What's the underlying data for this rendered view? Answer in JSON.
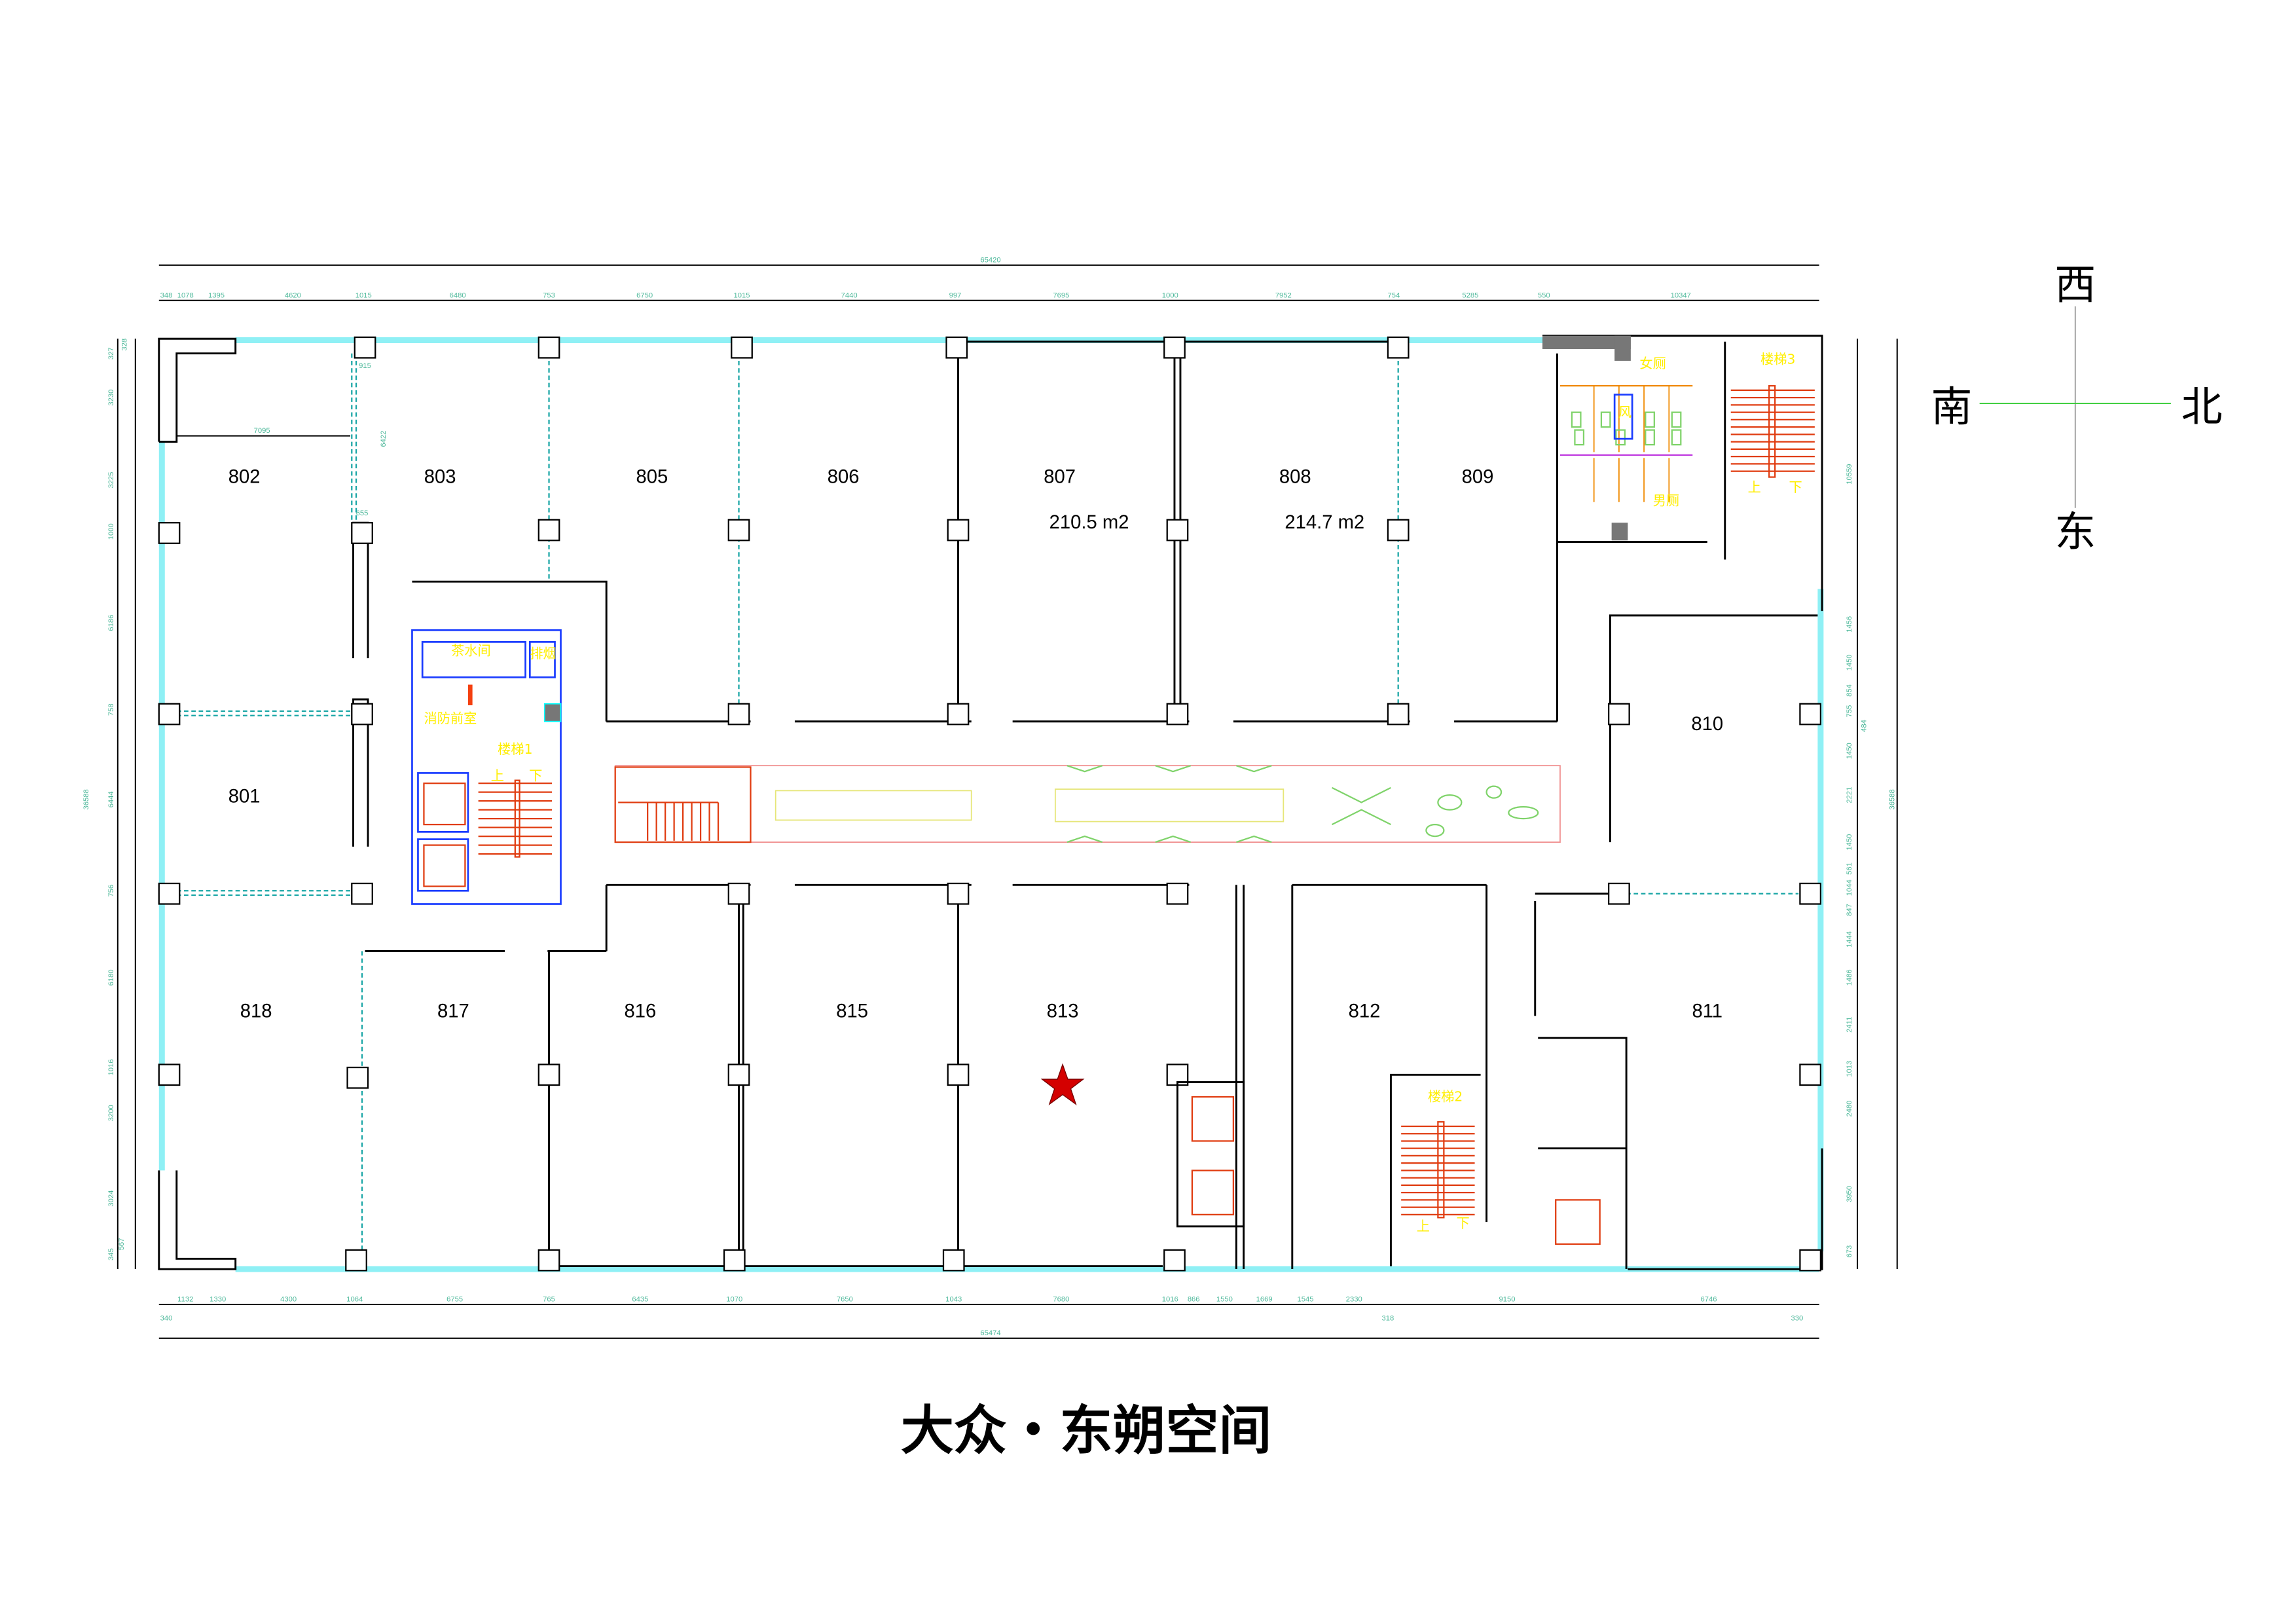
{
  "title": "大众・东朔空间",
  "compass": {
    "north": "北",
    "south": "南",
    "east": "东",
    "west": "西"
  },
  "colors": {
    "accent_dim": "#4db89a",
    "window": "#8ff0f5",
    "core": "#1a3cff",
    "stair": "#e03c10",
    "label": "#ffee00",
    "marker": "#d40000"
  },
  "rooms": [
    {
      "id": "802",
      "area": null
    },
    {
      "id": "803",
      "area": null
    },
    {
      "id": "805",
      "area": null
    },
    {
      "id": "806",
      "area": null
    },
    {
      "id": "807",
      "area": "210.5 m2"
    },
    {
      "id": "808",
      "area": "214.7 m2"
    },
    {
      "id": "809",
      "area": null
    },
    {
      "id": "801",
      "area": null
    },
    {
      "id": "810",
      "area": null
    },
    {
      "id": "818",
      "area": null
    },
    {
      "id": "817",
      "area": null
    },
    {
      "id": "816",
      "area": null
    },
    {
      "id": "815",
      "area": null
    },
    {
      "id": "813",
      "area": null
    },
    {
      "id": "812",
      "area": null
    },
    {
      "id": "811",
      "area": null
    }
  ],
  "core_labels": {
    "tea_room": "茶水间",
    "smoke_exhaust": "排烟",
    "fire_lobby": "消防前室",
    "stair1": "楼梯1",
    "stair2": "楼梯2",
    "stair3": "楼梯3",
    "up": "上",
    "down": "下",
    "womens_wc": "女厕",
    "mens_wc": "男厕",
    "air": "风"
  },
  "dimensions": {
    "top_total": "65420",
    "top": [
      "348",
      "1078",
      "1395",
      "4620",
      "1015",
      "6480",
      "753",
      "6750",
      "1015",
      "7440",
      "997",
      "7695",
      "1000",
      "7952",
      "754",
      "5285",
      "550",
      "10347"
    ],
    "bottom": [
      "1132",
      "1330",
      "4300",
      "1064",
      "6755",
      "765",
      "6435",
      "1070",
      "7650",
      "1043",
      "7680",
      "1016",
      "866",
      "1550",
      "1669",
      "1545",
      "2330",
      "9150",
      "6746"
    ],
    "bottom_secondary": [
      "340",
      "318",
      "330"
    ],
    "bottom_total": "65474",
    "left_total": "36588",
    "left": [
      "328",
      "327",
      "3230",
      "3225",
      "1000",
      "6186",
      "758",
      "6444",
      "756",
      "6180",
      "1016",
      "3200",
      "3024",
      "567",
      "345"
    ],
    "right_total": "36588",
    "right": [
      "10559",
      "1456",
      "1450",
      "854",
      "755",
      "484",
      "1450",
      "2221",
      "1450",
      "561",
      "1044",
      "847",
      "1444",
      "1486",
      "2411",
      "1013",
      "2480",
      "3950",
      "673"
    ],
    "interior": [
      "915",
      "7095",
      "6422",
      "655"
    ]
  },
  "marker": "star"
}
